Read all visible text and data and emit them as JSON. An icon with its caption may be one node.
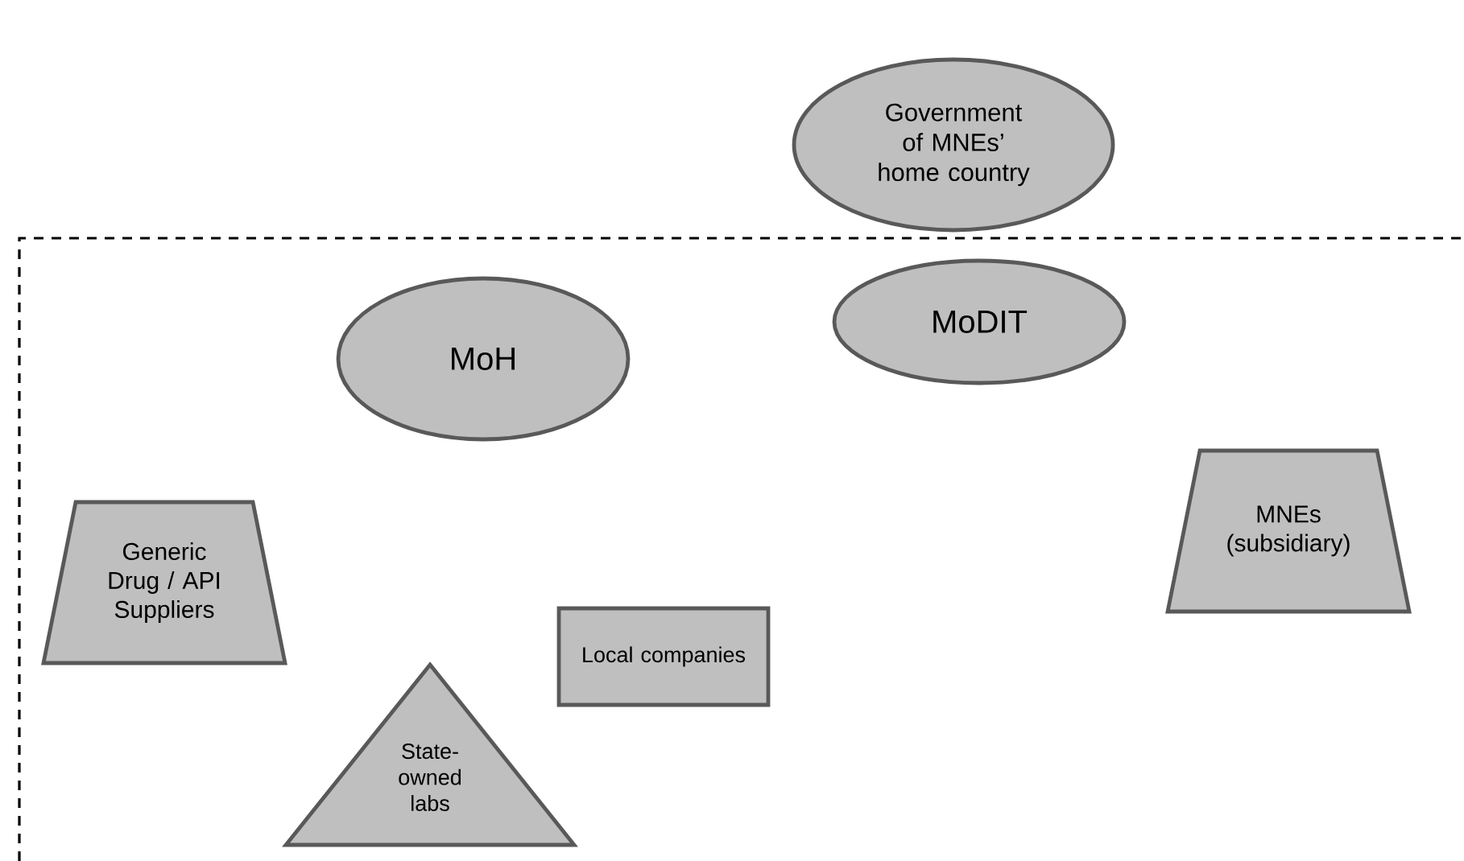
{
  "diagram": {
    "nodes": [
      {
        "text": [
          "Government of MNEs’ home country"
        ]
      },
      {
        "text": [
          "MoH"
        ]
      },
      {
        "text": [
          "MoDIT"
        ]
      },
      {
        "text": [
          "Generic Drug / API Suppliers"
        ]
      },
      {
        "text": [
          "MNEs (subsidiary)"
        ]
      },
      {
        "text": [
          "Local companies"
        ]
      },
      {
        "text": [
          "State-owned labs"
        ]
      }
    ]
  }
}
